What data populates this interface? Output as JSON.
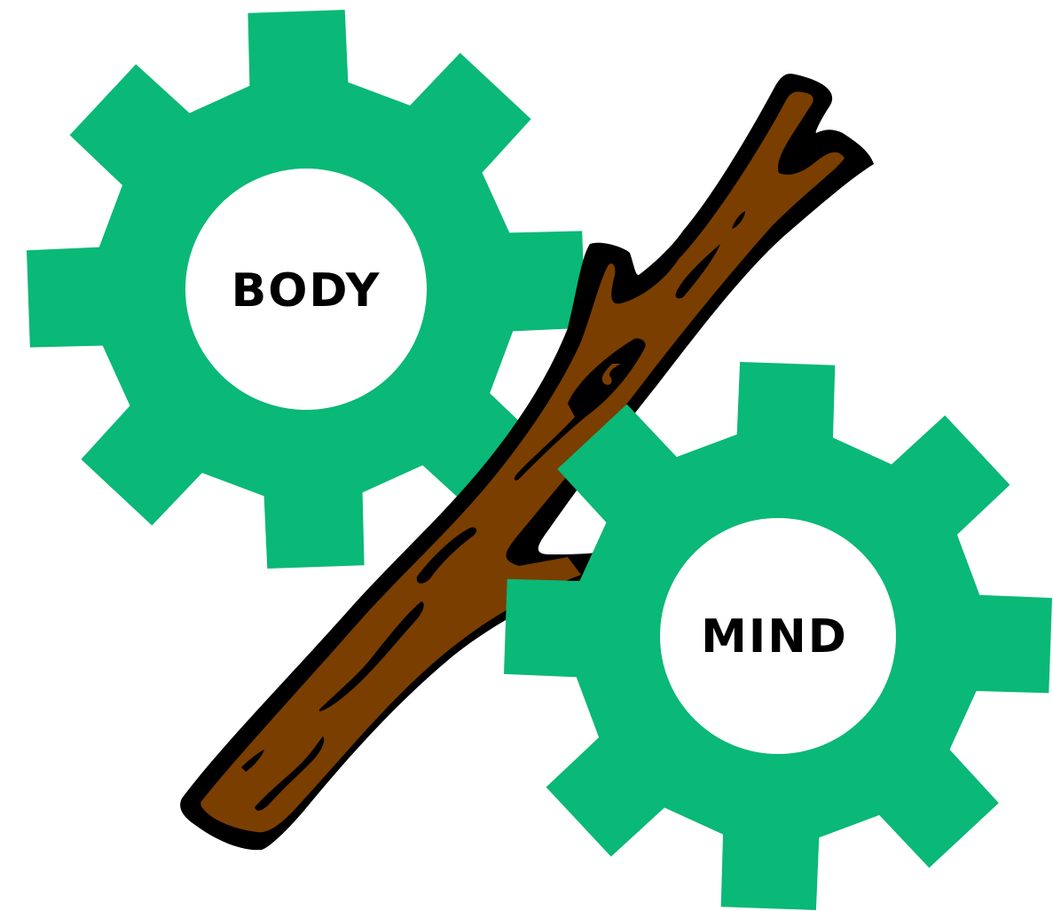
{
  "diagram": {
    "gears": [
      {
        "id": "body",
        "label": "BODY",
        "color": "#0AB877"
      },
      {
        "id": "mind",
        "label": "MIND",
        "color": "#0AB877"
      }
    ],
    "stick": {
      "fill": "#7A3E00",
      "outline": "#000000",
      "icon": "wooden-stick-icon"
    },
    "hub_color": "#FFFFFF"
  }
}
